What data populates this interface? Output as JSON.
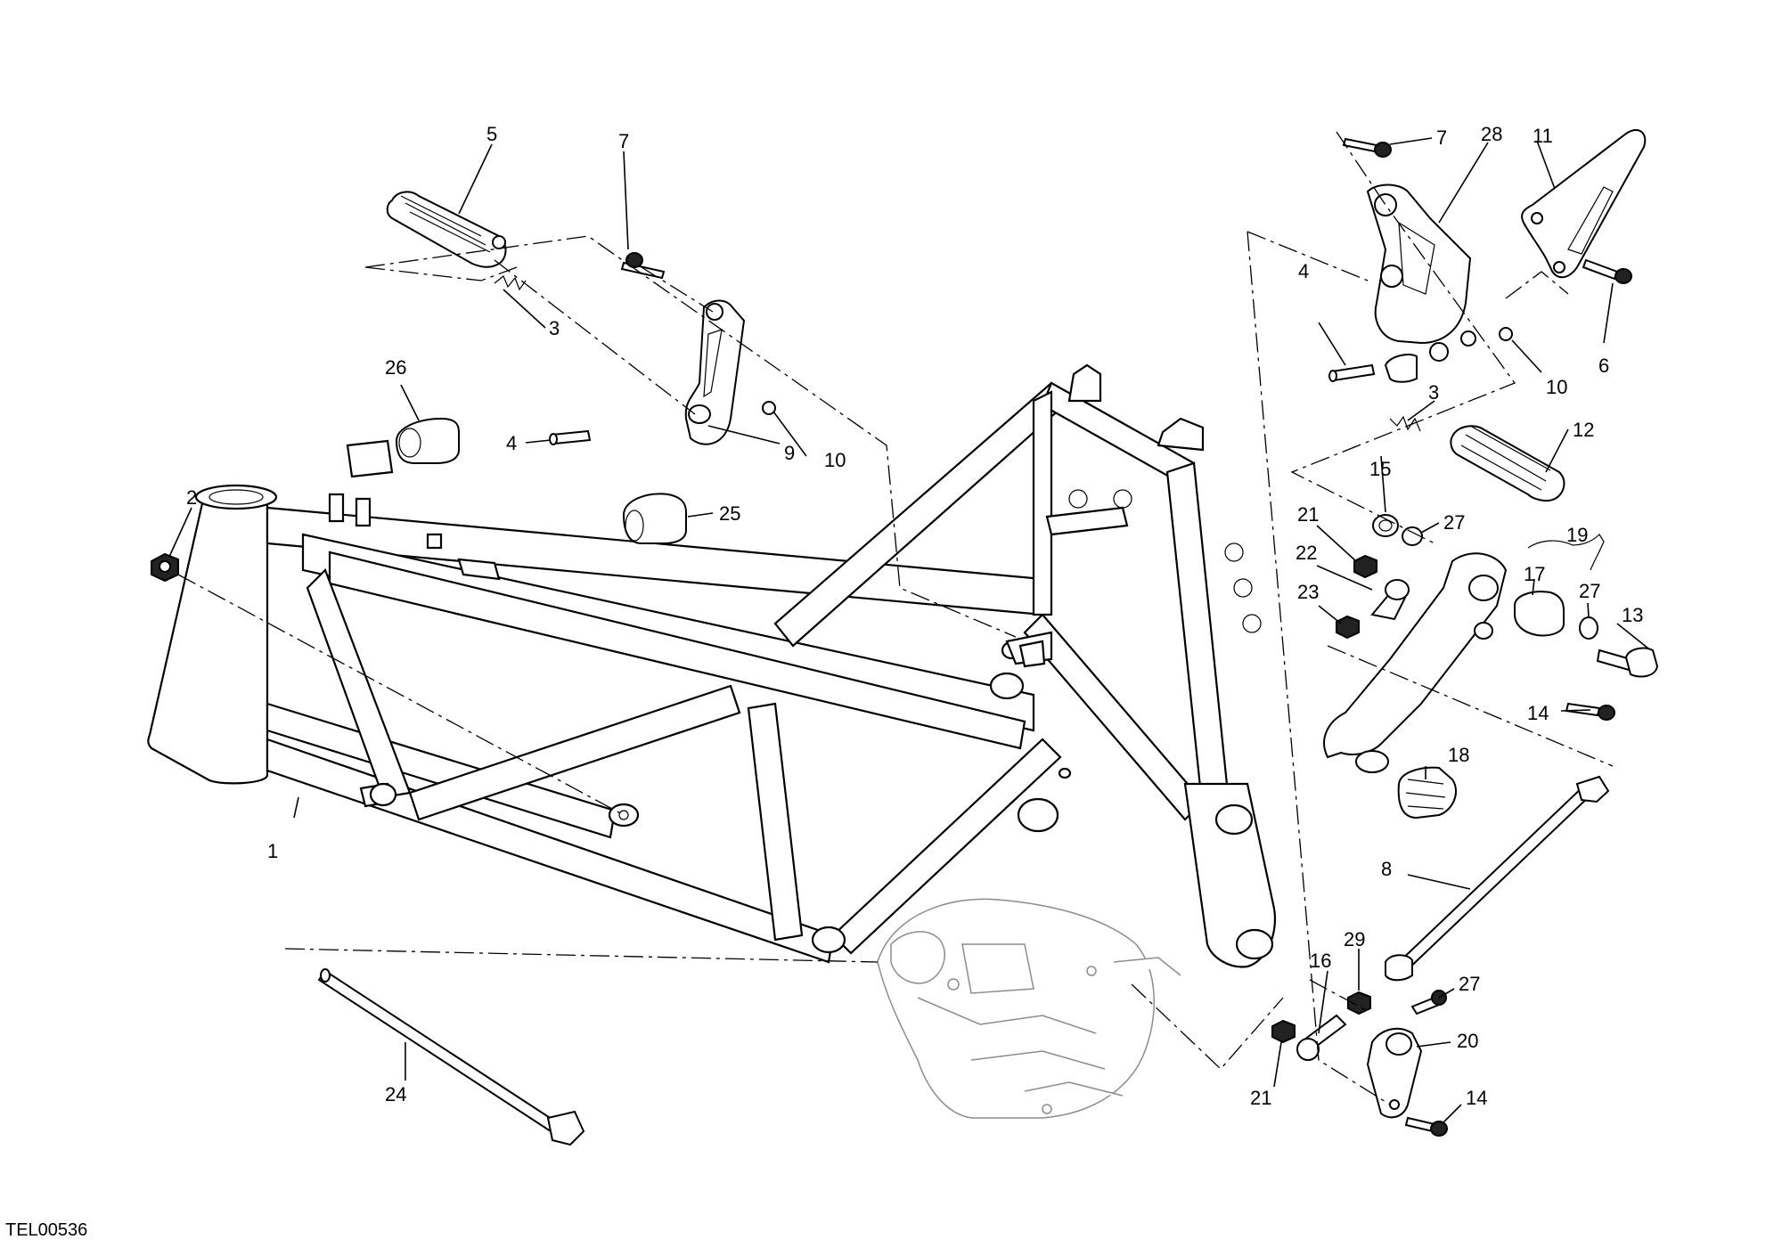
{
  "diagram": {
    "reference_code": "TEL00536",
    "callouts": [
      {
        "id": "c5",
        "label": "5"
      },
      {
        "id": "c7a",
        "label": "7"
      },
      {
        "id": "c3a",
        "label": "3"
      },
      {
        "id": "c26",
        "label": "26"
      },
      {
        "id": "c4a",
        "label": "4"
      },
      {
        "id": "c10a",
        "label": "10"
      },
      {
        "id": "c9",
        "label": "9"
      },
      {
        "id": "c2",
        "label": "2"
      },
      {
        "id": "c25",
        "label": "25"
      },
      {
        "id": "c1",
        "label": "1"
      },
      {
        "id": "c24",
        "label": "24"
      },
      {
        "id": "c7b",
        "label": "7"
      },
      {
        "id": "c28",
        "label": "28"
      },
      {
        "id": "c11",
        "label": "11"
      },
      {
        "id": "c4b",
        "label": "4"
      },
      {
        "id": "c6",
        "label": "6"
      },
      {
        "id": "c10b",
        "label": "10"
      },
      {
        "id": "c3b",
        "label": "3"
      },
      {
        "id": "c12",
        "label": "12"
      },
      {
        "id": "c15",
        "label": "15"
      },
      {
        "id": "c27a",
        "label": "27"
      },
      {
        "id": "c21a",
        "label": "21"
      },
      {
        "id": "c19",
        "label": "19"
      },
      {
        "id": "c22",
        "label": "22"
      },
      {
        "id": "c17",
        "label": "17"
      },
      {
        "id": "c27b",
        "label": "27"
      },
      {
        "id": "c23",
        "label": "23"
      },
      {
        "id": "c13",
        "label": "13"
      },
      {
        "id": "c14a",
        "label": "14"
      },
      {
        "id": "c18",
        "label": "18"
      },
      {
        "id": "c8",
        "label": "8"
      },
      {
        "id": "c29",
        "label": "29"
      },
      {
        "id": "c16",
        "label": "16"
      },
      {
        "id": "c27c",
        "label": "27"
      },
      {
        "id": "c20",
        "label": "20"
      },
      {
        "id": "c21b",
        "label": "21"
      },
      {
        "id": "c14b",
        "label": "14"
      }
    ]
  }
}
